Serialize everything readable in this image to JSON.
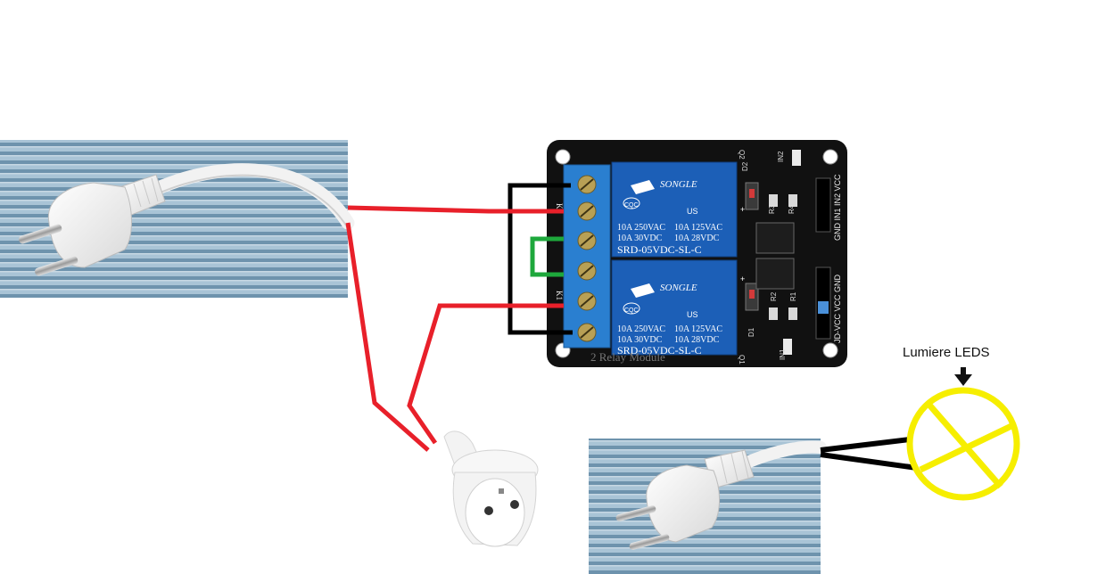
{
  "lamp": {
    "label": "Lumiere LEDS"
  },
  "relay_module": {
    "relays": [
      {
        "brand": "SONGLE",
        "cert_left": "CQC",
        "cert_right": "US",
        "ratings_left": [
          "10A 250VAC",
          "10A 30VDC"
        ],
        "ratings_right": [
          "10A 125VAC",
          "10A 28VDC"
        ],
        "model": "SRD-05VDC-SL-C"
      },
      {
        "brand": "SONGLE",
        "cert_left": "CQC",
        "cert_right": "US",
        "ratings_left": [
          "10A 250VAC",
          "10A 30VDC"
        ],
        "ratings_right": [
          "10A 125VAC",
          "10A 28VDC"
        ],
        "model": "SRD-05VDC-SL-C"
      }
    ],
    "board_text": "2 Relay Module",
    "terminal_labels": [
      "K2",
      "K1"
    ],
    "header_top_pins": "GND IN1 IN2 VCC",
    "header_bottom_pins": "JD-VCC VCC GND",
    "component_labels": [
      "Q2",
      "D2",
      "IN2",
      "R3",
      "R4",
      "Q1",
      "D1",
      "R2",
      "R1",
      "IN1"
    ],
    "plus_marks": [
      "+",
      "+"
    ]
  },
  "colors": {
    "wire_live": "#e8202a",
    "wire_neutral": "#000000",
    "wire_bridge": "#1ea83c",
    "pcb": "#111111",
    "relay_body": "#1c5fb7",
    "terminal_block": "#2a7fd0",
    "lamp_yellow": "#f6ee00",
    "stripe_dark": "#6e93ad",
    "stripe_light": "#a9c4d6"
  }
}
